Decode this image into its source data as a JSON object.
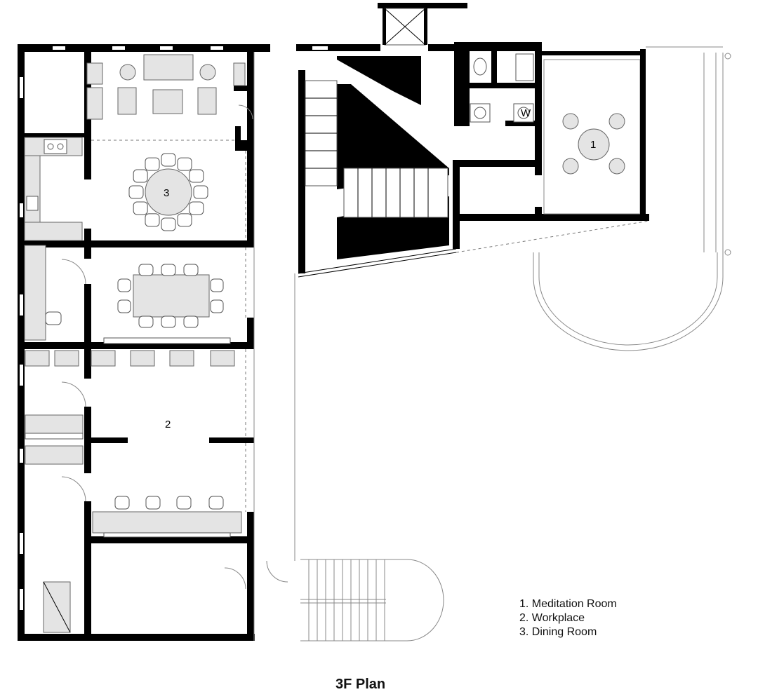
{
  "title": "3F Plan",
  "rooms": {
    "meditation": "1",
    "workplace": "2",
    "dining": "3"
  },
  "legend": [
    "1. Meditation Room",
    "2. Workplace",
    "3. Dining Room"
  ],
  "fixtures": {
    "washer_mark": "W"
  }
}
